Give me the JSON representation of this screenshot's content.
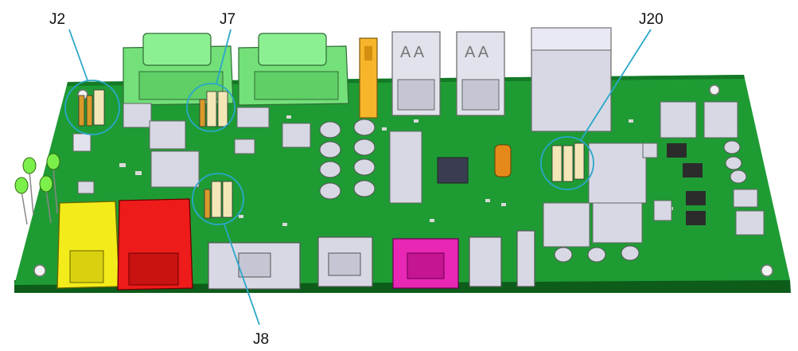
{
  "figure": {
    "description_visible_text_only": true,
    "callouts": [
      {
        "id": "J2",
        "label": "J2"
      },
      {
        "id": "J7",
        "label": "J7"
      },
      {
        "id": "J20",
        "label": "J20"
      },
      {
        "id": "J8",
        "label": "J8"
      }
    ]
  },
  "colors": {
    "pcb": "#1f9b34",
    "pcb_dark": "#137a26",
    "pcb_edge": "#0d5c1a",
    "connector_green": "#74e07a",
    "connector_grey": "#d7d8e4",
    "connector_grey_dark": "#a9abbb",
    "rj_yellow": "#f3ec1a",
    "rj_red": "#ee1b1b",
    "header_pink": "#e827b5",
    "usb_orange": "#f6b52a",
    "chip_dark": "#2b2b2b",
    "callout_circle": "#2aa7c9",
    "jumper_gold": "#d89a2a",
    "jumper_cream": "#f3e7b7",
    "led_green": "#7cf04a"
  }
}
